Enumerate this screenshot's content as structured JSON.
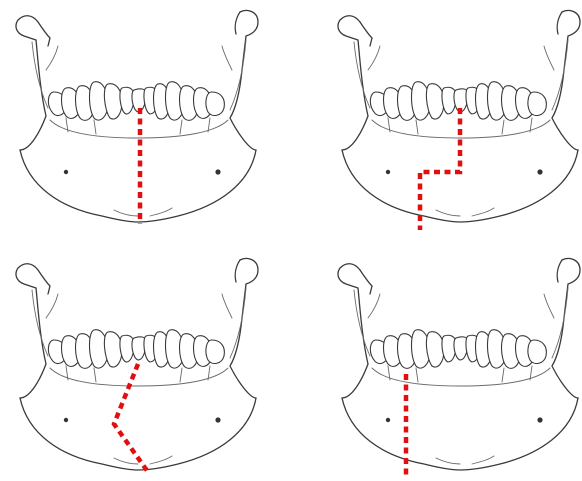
{
  "figure": {
    "panel_count": 4,
    "panels": [
      {
        "osteotomy": "straight-midline-vertical"
      },
      {
        "osteotomy": "step-ladder"
      },
      {
        "osteotomy": "chevron-angled"
      },
      {
        "osteotomy": "straight-paramedian-vertical"
      }
    ]
  },
  "colors": {
    "outline": "#3a3a3a",
    "cut_line": "#e01010",
    "background": "#ffffff"
  }
}
